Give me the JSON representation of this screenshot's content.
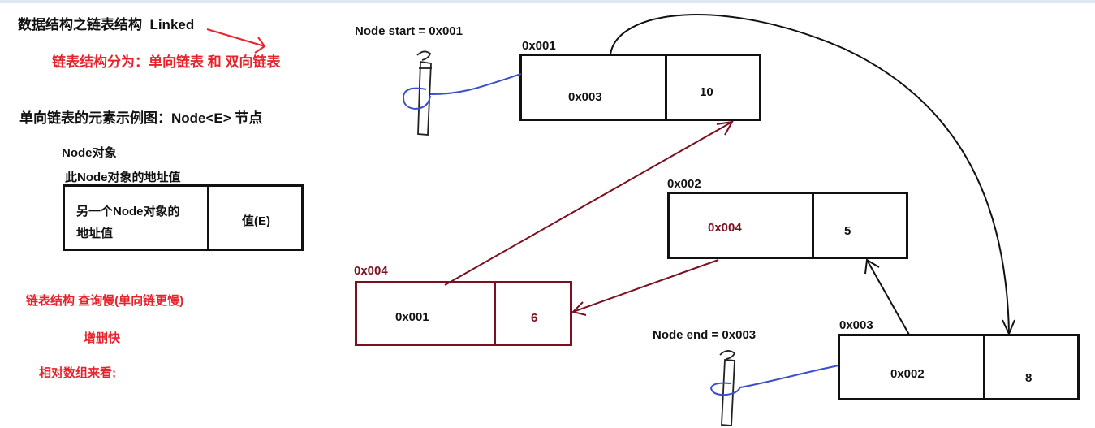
{
  "title": "数据结构之链表结构",
  "title_en": "Linked",
  "subtitle": "链表结构分为：单向链表 和 双向链表",
  "example_heading": "单向链表的元素示例图：Node<E> 节点",
  "legend": {
    "object_label": "Node对象",
    "address_label": "此Node对象的地址值",
    "left_cell_line1": "另一个Node对象的",
    "left_cell_line2": "地址值",
    "right_cell": "值(E)"
  },
  "notes": {
    "line1": "链表结构 查询慢(单向链更慢)",
    "line2": "增删快",
    "line3": "相对数组来看;"
  },
  "start_label": "Node start = 0x001",
  "end_label": "Node end = 0x003",
  "nodes": {
    "n001": {
      "addr": "0x001",
      "next": "0x003",
      "value": "10"
    },
    "n002": {
      "addr": "0x002",
      "next": "0x004",
      "value": "5"
    },
    "n003": {
      "addr": "0x003",
      "next": "0x002",
      "value": "8"
    },
    "n004": {
      "addr": "0x004",
      "next": "0x001",
      "value": "6"
    }
  },
  "colors": {
    "text": "#111111",
    "accent_red": "#e8222a",
    "maroon": "#7a1020",
    "pointer_blue": "#3b4fc8"
  },
  "icons": [
    "pin-icon",
    "arrow-icon"
  ]
}
